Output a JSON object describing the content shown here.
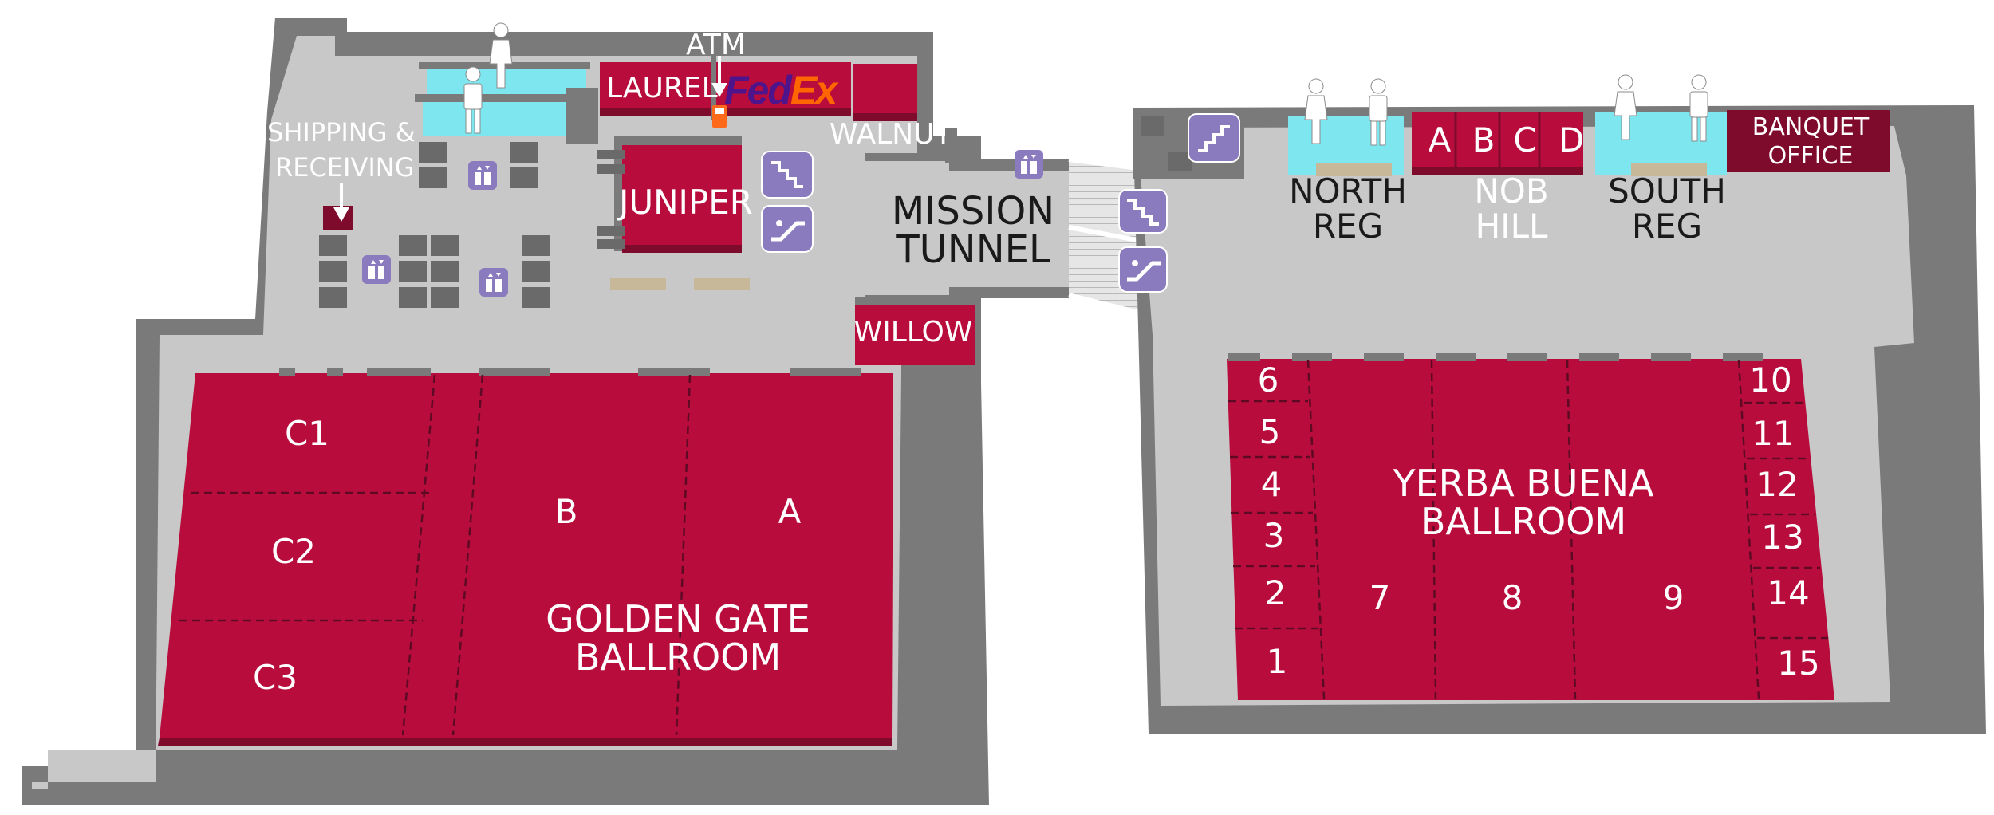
{
  "colors": {
    "floor": "#c8c8c8",
    "wall": "#7a7a7a",
    "wall_dark": "#5e5e5e",
    "room": "#b80d3c",
    "room_dark": "#7e0a2c",
    "restroom": "#7de6ee",
    "service": "#8a7bbf",
    "fedex_purple": "#4d148c",
    "fedex_orange": "#ff6600"
  },
  "labels": {
    "atm": "ATM",
    "laurel": "LAUREL",
    "fedex": {
      "fe": "Fed",
      "ex": "Ex"
    },
    "walnut": "WALNUT",
    "juniper": "JUNIPER",
    "shipping_line1": "SHIPPING &",
    "shipping_line2": "RECEIVING",
    "mission_line1": "MISSION",
    "mission_line2": "TUNNEL",
    "willow": "WILLOW",
    "north_line1": "NORTH",
    "north_line2": "REG",
    "nob_line1": "NOB",
    "nob_line2": "HILL",
    "south_line1": "SOUTH",
    "south_line2": "REG",
    "banquet_line1": "BANQUET",
    "banquet_line2": "OFFICE",
    "nob_a": "A",
    "nob_b": "B",
    "nob_c": "C",
    "nob_d": "D",
    "gg_c1": "C1",
    "gg_c2": "C2",
    "gg_c3": "C3",
    "gg_b": "B",
    "gg_a": "A",
    "gg_line1": "GOLDEN GATE",
    "gg_line2": "BALLROOM",
    "yb_line1": "YERBA BUENA",
    "yb_line2": "BALLROOM",
    "yb_1": "1",
    "yb_2": "2",
    "yb_3": "3",
    "yb_4": "4",
    "yb_5": "5",
    "yb_6": "6",
    "yb_7": "7",
    "yb_8": "8",
    "yb_9": "9",
    "yb_10": "10",
    "yb_11": "11",
    "yb_12": "12",
    "yb_13": "13",
    "yb_14": "14",
    "yb_15": "15"
  },
  "icons": {
    "restroom": "restroom-icon",
    "elevator": "elevator-icon",
    "stairs": "stairs-icon",
    "escalator": "escalator-icon",
    "atm": "atm-icon",
    "arrow": "arrow-down-icon"
  }
}
